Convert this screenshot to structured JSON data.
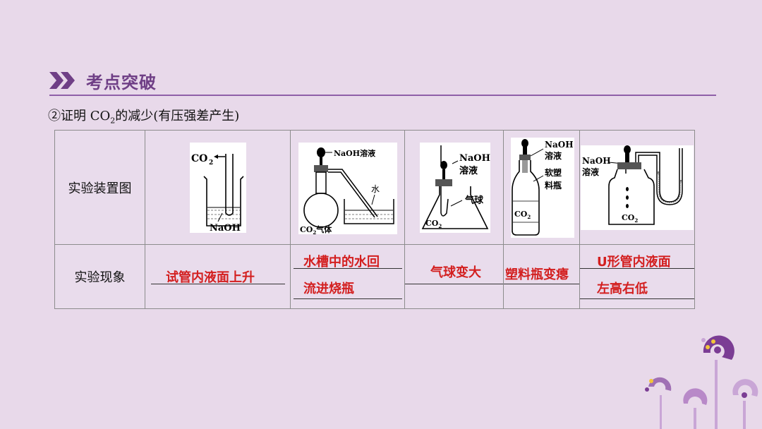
{
  "header": {
    "title": "考点突破"
  },
  "subtitle": {
    "prefix": "②证明 CO",
    "sub": "2",
    "suffix": "的减少(有压强差产生)"
  },
  "table": {
    "row1_label": "实验装置图",
    "row2_label": "实验现象",
    "answers": {
      "a1": "试管内液面上升",
      "a2_line1": "水槽中的水回",
      "a2_line2": "流进烧瓶",
      "a3": "气球变大",
      "a4": "塑料瓶变瘪",
      "a5_line1": "U形管内液面",
      "a5_line2": "左高右低"
    }
  },
  "figures": {
    "fig1": {
      "gas": "CO",
      "gas_sub": "2",
      "reagent": "NaOH"
    },
    "fig2": {
      "reagent": "NaOH溶液",
      "water": "水",
      "gas": "CO",
      "gas_sub": "2",
      "gas_suffix": "气体"
    },
    "fig3": {
      "reagent_line1": "NaOH",
      "reagent_line2": "溶液",
      "balloon": "气球",
      "gas": "CO",
      "gas_sub": "2"
    },
    "fig4": {
      "reagent_line1": "NaOH",
      "reagent_line2": "溶液",
      "bottle_line1": "软塑",
      "bottle_line2": "料瓶",
      "gas": "CO",
      "gas_sub": "2"
    },
    "fig5": {
      "reagent_line1": "NaOH",
      "reagent_line2": "溶液",
      "gas": "CO",
      "gas_sub": "2"
    }
  },
  "colors": {
    "accent": "#6f3f86",
    "answer": "#d31f1f",
    "background": "#e8d9ea"
  }
}
